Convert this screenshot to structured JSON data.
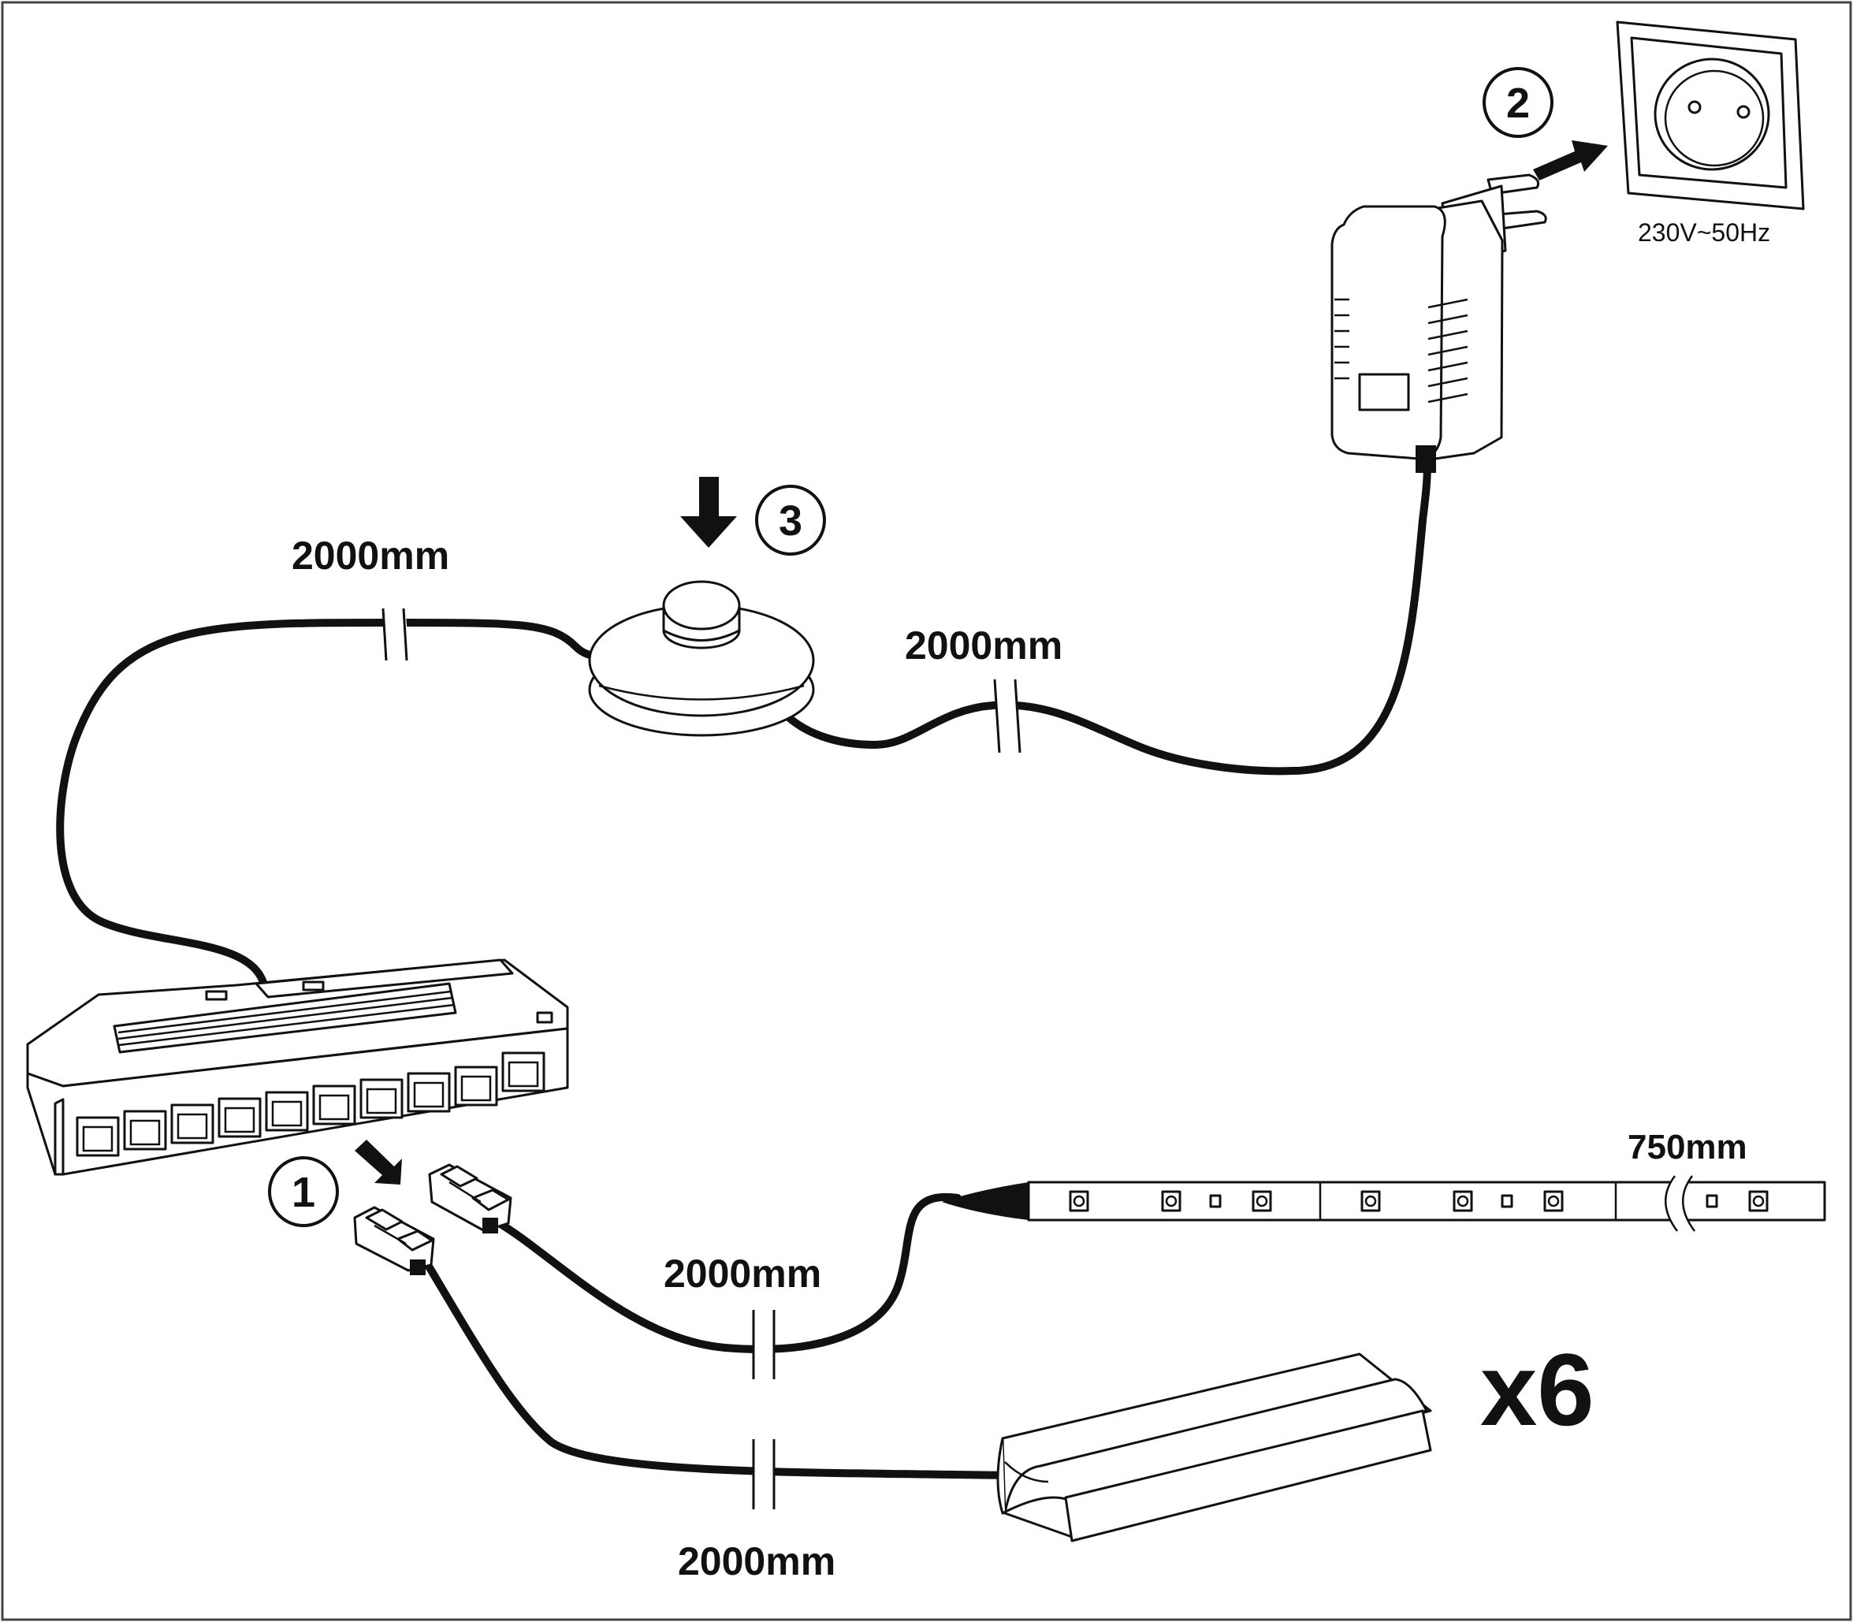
{
  "diagram": {
    "outlet_voltage": "230V~50Hz",
    "multiplier": "x6",
    "steps": {
      "step1": "1",
      "step2": "2",
      "step3": "3"
    },
    "lengths": {
      "switch_to_hub": "2000mm",
      "switch_to_adapter": "2000mm",
      "hub_to_strip": "2000mm",
      "hub_to_profile": "2000mm",
      "strip": "750mm"
    }
  }
}
